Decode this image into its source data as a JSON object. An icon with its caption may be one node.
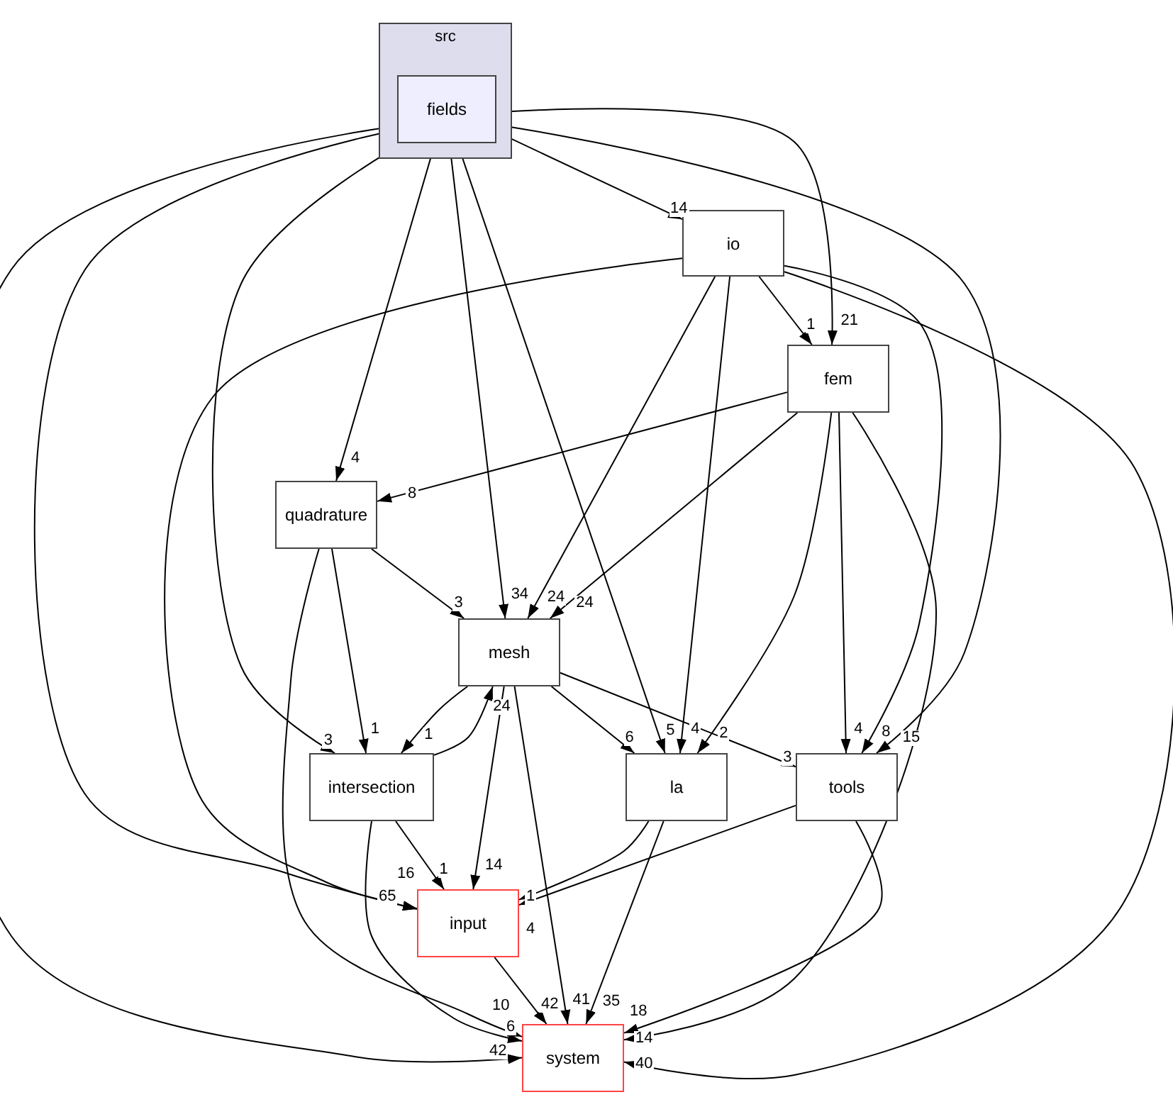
{
  "diagram": {
    "nodes": [
      {
        "text": [
          "src"
        ]
      },
      {
        "text": [
          "fields"
        ],
        "in": 0
      },
      {
        "text": [
          "io"
        ]
      },
      {
        "text": [
          "fem"
        ]
      },
      {
        "text": [
          "quadrature"
        ]
      },
      {
        "text": [
          "mesh"
        ]
      },
      {
        "text": [
          "intersection"
        ]
      },
      {
        "text": [
          "la"
        ]
      },
      {
        "text": [
          "tools"
        ]
      },
      {
        "text": [
          "input"
        ]
      },
      {
        "text": [
          "system"
        ]
      }
    ],
    "edges": [
      {
        "from": 1,
        "to": 2,
        "arrow": "to",
        "label": "14"
      },
      {
        "from": 1,
        "to": 3,
        "arrow": "to",
        "label": "21"
      },
      {
        "from": 1,
        "to": 4,
        "arrow": "to",
        "label": "4"
      },
      {
        "from": 1,
        "to": 5,
        "arrow": "to",
        "label": "34"
      },
      {
        "from": 1,
        "to": 7,
        "arrow": "to",
        "label": "5"
      },
      {
        "from": 1,
        "to": 8,
        "arrow": "to",
        "label": "15"
      },
      {
        "from": 1,
        "to": 6,
        "arrow": "to",
        "label": "3"
      },
      {
        "from": 1,
        "to": 9,
        "arrow": "to",
        "label": "65"
      },
      {
        "from": 1,
        "to": 10,
        "arrow": "to",
        "label": "42"
      },
      {
        "from": 2,
        "to": 3,
        "arrow": "to",
        "label": "1"
      },
      {
        "from": 2,
        "to": 5,
        "arrow": "to",
        "label": "24"
      },
      {
        "from": 2,
        "to": 7,
        "arrow": "to",
        "label": "4"
      },
      {
        "from": 2,
        "to": 8,
        "arrow": "to",
        "label": "8"
      },
      {
        "from": 2,
        "to": 10,
        "arrow": "to",
        "label": "40"
      },
      {
        "from": 2,
        "to": 9,
        "arrow": "to",
        "label": "16"
      },
      {
        "from": 3,
        "to": 4,
        "arrow": "to",
        "label": "8"
      },
      {
        "from": 3,
        "to": 5,
        "arrow": "to",
        "label": "24"
      },
      {
        "from": 3,
        "to": 7,
        "arrow": "to",
        "label": "2"
      },
      {
        "from": 3,
        "to": 8,
        "arrow": "to",
        "label": "4"
      },
      {
        "from": 3,
        "to": 10,
        "arrow": "to",
        "label": "14"
      },
      {
        "from": 4,
        "to": 5,
        "arrow": "to",
        "label": "3"
      },
      {
        "from": 4,
        "to": 6,
        "arrow": "to",
        "label": "1"
      },
      {
        "from": 4,
        "to": 10,
        "arrow": "to",
        "label": "10"
      },
      {
        "from": 5,
        "to": 6,
        "arrow": "to",
        "label": "1"
      },
      {
        "from": 6,
        "to": 5,
        "arrow": "to",
        "label": "24"
      },
      {
        "from": 5,
        "to": 7,
        "arrow": "to",
        "label": "6"
      },
      {
        "from": 5,
        "to": 8,
        "arrow": "to",
        "label": "3"
      },
      {
        "from": 5,
        "to": 9,
        "arrow": "to",
        "label": "14"
      },
      {
        "from": 5,
        "to": 10,
        "arrow": "to",
        "label": "41"
      },
      {
        "from": 6,
        "to": 9,
        "arrow": "to",
        "label": "1"
      },
      {
        "from": 6,
        "to": 10,
        "arrow": "to",
        "label": "6"
      },
      {
        "from": 7,
        "to": 9,
        "arrow": "to",
        "label": "1"
      },
      {
        "from": 7,
        "to": 10,
        "arrow": "to",
        "label": "35"
      },
      {
        "from": 8,
        "to": 9,
        "arrow": "to",
        "label": "4"
      },
      {
        "from": 8,
        "to": 10,
        "arrow": "to",
        "label": "18"
      },
      {
        "from": 9,
        "to": 10,
        "arrow": "to",
        "label": "42"
      }
    ]
  }
}
